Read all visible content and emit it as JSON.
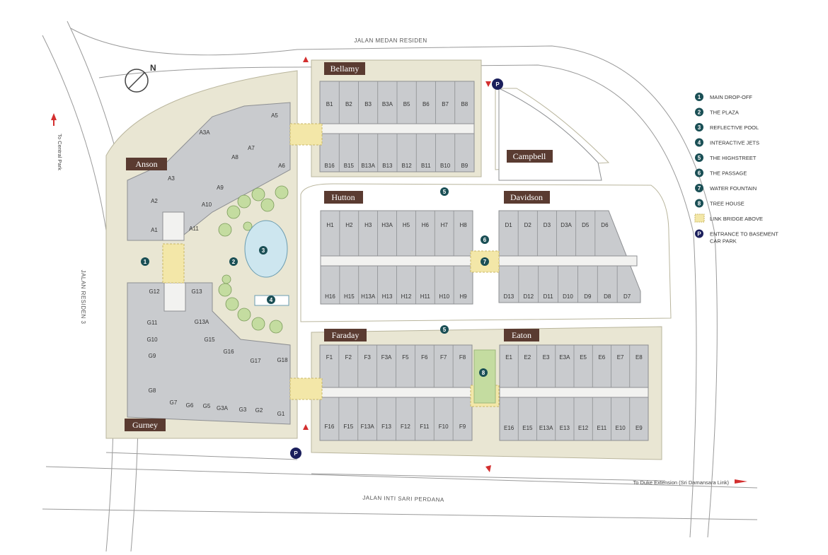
{
  "roads": {
    "top": "JALAN MEDAN RESIDEN",
    "bottom": "JALAN INTI SARI PERDANA",
    "left": "JALAN RESIDEN 3"
  },
  "directions": {
    "central_park": "To Central Park",
    "duke": "To Duke Extension (Sri Damansara Link)"
  },
  "compass": "N",
  "blocks": {
    "anson": "Anson",
    "bellamy": "Bellamy",
    "campbell": "Campbell",
    "hutton": "Hutton",
    "davidson": "Davidson",
    "faraday": "Faraday",
    "eaton": "Eaton",
    "gurney": "Gurney"
  },
  "units": {
    "B_top": [
      "B1",
      "B2",
      "B3",
      "B3A",
      "B5",
      "B6",
      "B7",
      "B8"
    ],
    "B_bot": [
      "B16",
      "B15",
      "B13A",
      "B13",
      "B12",
      "B11",
      "B10",
      "B9"
    ],
    "H_top": [
      "H1",
      "H2",
      "H3",
      "H3A",
      "H5",
      "H6",
      "H7",
      "H8"
    ],
    "H_bot": [
      "H16",
      "H15",
      "H13A",
      "H13",
      "H12",
      "H11",
      "H10",
      "H9"
    ],
    "D_top": [
      "D1",
      "D2",
      "D3",
      "D3A",
      "D5",
      "D6"
    ],
    "D_bot": [
      "D13",
      "D12",
      "D11",
      "D10",
      "D9",
      "D8",
      "D7"
    ],
    "F_top": [
      "F1",
      "F2",
      "F3",
      "F3A",
      "F5",
      "F6",
      "F7",
      "F8"
    ],
    "F_bot": [
      "F16",
      "F15",
      "F13A",
      "F13",
      "F12",
      "F11",
      "F10",
      "F9"
    ],
    "E_top": [
      "E1",
      "E2",
      "E3",
      "E3A",
      "E5",
      "E6",
      "E7",
      "E8"
    ],
    "E_bot": [
      "E16",
      "E15",
      "E13A",
      "E13",
      "E12",
      "E11",
      "E10",
      "E9"
    ],
    "A": [
      "A1",
      "A2",
      "A3",
      "A3A",
      "A5",
      "A6",
      "A7",
      "A8",
      "A9",
      "A10",
      "A11"
    ],
    "G": [
      "G1",
      "G2",
      "G3",
      "G3A",
      "G5",
      "G6",
      "G7",
      "G8",
      "G9",
      "G10",
      "G11",
      "G12",
      "G13",
      "G13A",
      "G15",
      "G16",
      "G17",
      "G18"
    ]
  },
  "legend": [
    {
      "key": "1",
      "label": "MAIN DROP-OFF"
    },
    {
      "key": "2",
      "label": "THE PLAZA"
    },
    {
      "key": "3",
      "label": "REFLECTIVE POOL"
    },
    {
      "key": "4",
      "label": "INTERACTIVE JETS"
    },
    {
      "key": "5",
      "label": "THE HIGHSTREET"
    },
    {
      "key": "6",
      "label": "THE PASSAGE"
    },
    {
      "key": "7",
      "label": "WATER FOUNTAIN"
    },
    {
      "key": "8",
      "label": "TREE HOUSE"
    },
    {
      "key": "bridge",
      "label": "LINK BRIDGE ABOVE"
    },
    {
      "key": "P",
      "label": "ENTRANCE TO BASEMENT",
      "label2": "CAR PARK"
    }
  ],
  "markers": [
    "1",
    "2",
    "3",
    "4",
    "5",
    "5",
    "6",
    "7",
    "8",
    "P",
    "P"
  ],
  "colors": {
    "ground": "#e9e6d3",
    "building": "#c9cbce",
    "building_edge": "#8d8f92",
    "marker": "#1a4f55",
    "parking": "#1b1f5c",
    "bridge": "#f3e7a8",
    "tree": "#c4dca0",
    "label_bg": "#5a3b31",
    "arrow": "#d32f2f",
    "pool": "#cde6ef"
  }
}
